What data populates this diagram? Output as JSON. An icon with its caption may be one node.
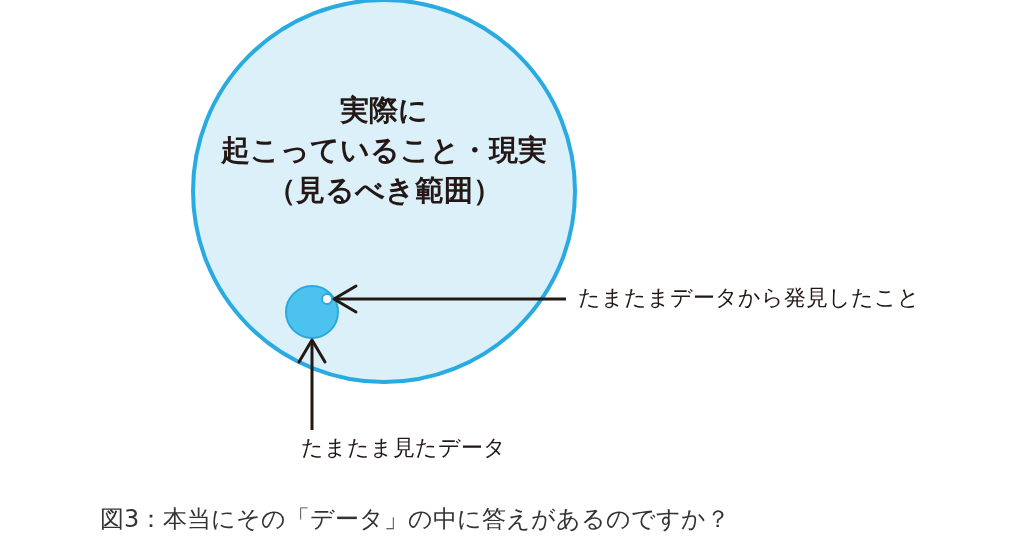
{
  "diagram": {
    "caption": "図3：本当にその「データ」の中に答えがあるのですか？",
    "nodes": [
      {
        "text": [
          "実際に起こっていること・現実（見るべき範囲）"
        ]
      },
      {
        "text": [],
        "shape": "circle",
        "in": 0
      },
      {
        "text": [],
        "shape": "circle",
        "in": 1
      },
      {
        "text": [
          "たまたまデータから発見したこと"
        ]
      },
      {
        "text": [
          "たまたま見たデータ"
        ]
      }
    ],
    "edges": [
      {
        "from": 3,
        "to": 2,
        "arrow": "to"
      },
      {
        "from": 4,
        "to": 1,
        "arrow": "to"
      }
    ]
  }
}
